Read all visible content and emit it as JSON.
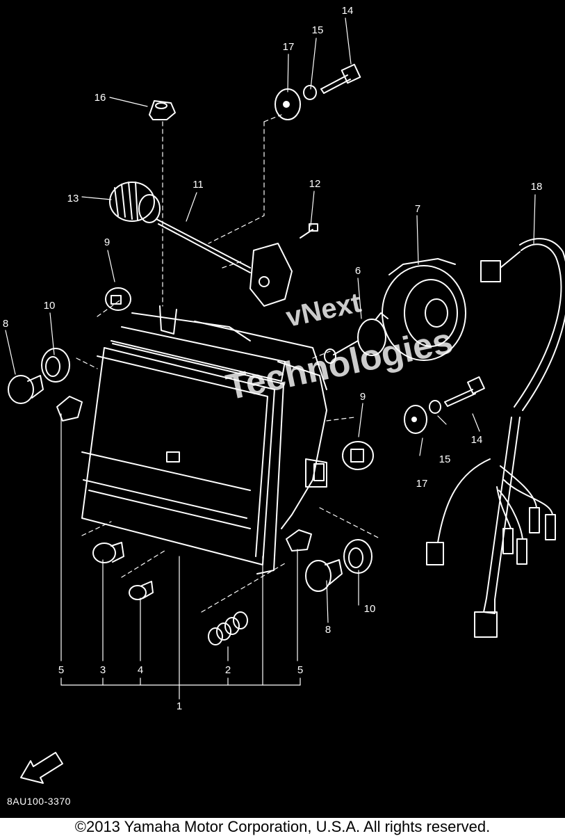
{
  "diagram": {
    "callouts": [
      "14",
      "15",
      "17",
      "16",
      "12",
      "11",
      "13",
      "18",
      "7",
      "9",
      "6",
      "10",
      "8",
      "9",
      "14",
      "15",
      "17",
      "10",
      "8",
      "5",
      "3",
      "4",
      "2",
      "5",
      "1"
    ],
    "watermark": [
      "vNext",
      "Technologies"
    ],
    "fwd_label": "FWD",
    "part_code": "8AU100-3370"
  },
  "footer": {
    "copyright": "©2013 Yamaha Motor Corporation, U.S.A. All rights reserved."
  }
}
